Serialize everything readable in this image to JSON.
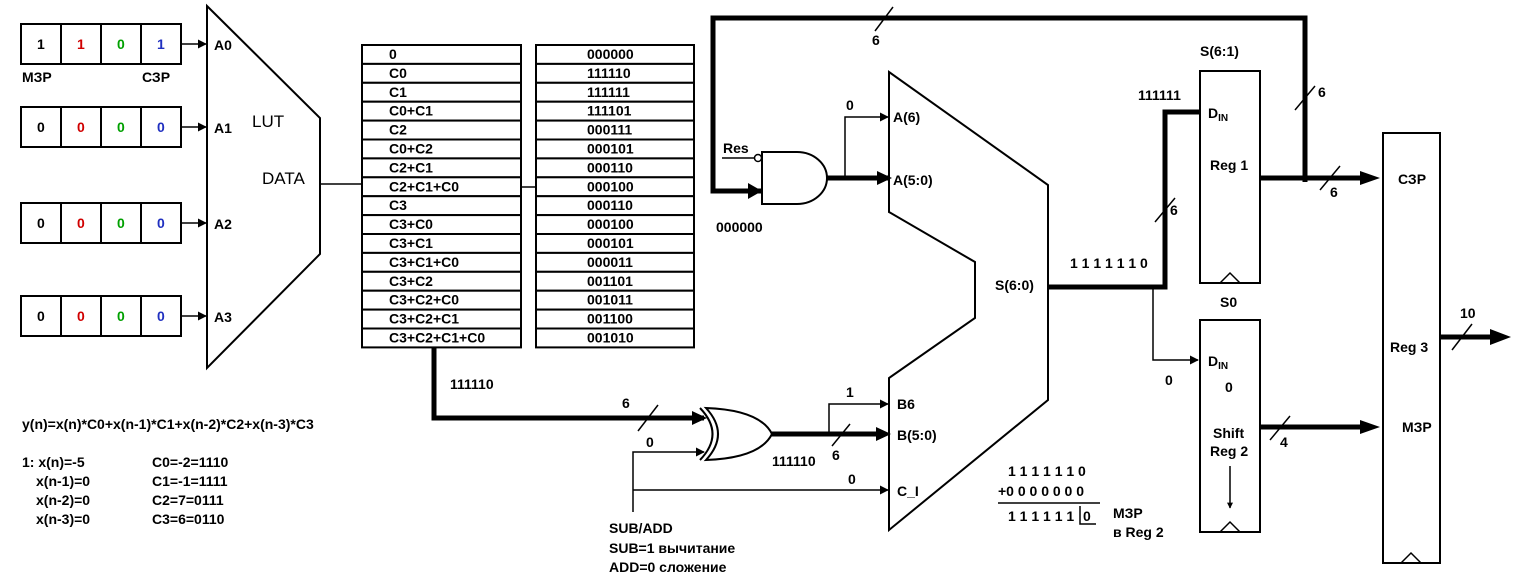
{
  "inputs": [
    {
      "port": "A0",
      "bits": [
        {
          "v": "1",
          "c": "#000000"
        },
        {
          "v": "1",
          "c": "#d00000"
        },
        {
          "v": "0",
          "c": "#00a000"
        },
        {
          "v": "1",
          "c": "#2030c0"
        }
      ]
    },
    {
      "port": "A1",
      "bits": [
        {
          "v": "0",
          "c": "#000000"
        },
        {
          "v": "0",
          "c": "#d00000"
        },
        {
          "v": "0",
          "c": "#00a000"
        },
        {
          "v": "0",
          "c": "#2030c0"
        }
      ]
    },
    {
      "port": "A2",
      "bits": [
        {
          "v": "0",
          "c": "#000000"
        },
        {
          "v": "0",
          "c": "#d00000"
        },
        {
          "v": "0",
          "c": "#00a000"
        },
        {
          "v": "0",
          "c": "#2030c0"
        }
      ]
    },
    {
      "port": "A3",
      "bits": [
        {
          "v": "0",
          "c": "#000000"
        },
        {
          "v": "0",
          "c": "#d00000"
        },
        {
          "v": "0",
          "c": "#00a000"
        },
        {
          "v": "0",
          "c": "#2030c0"
        }
      ]
    }
  ],
  "msb_label": "МЗР",
  "lsb_label": "СЗР",
  "lut": {
    "title": "LUT",
    "data": "DATA"
  },
  "table": {
    "names": [
      "0",
      "C0",
      "C1",
      "C0+C1",
      "C2",
      "C0+C2",
      "C2+C1",
      "C2+C1+C0",
      "C3",
      "C3+C0",
      "C3+C1",
      "C3+C1+C0",
      "C3+C2",
      "C3+C2+C0",
      "C3+C2+C1",
      "C3+C2+C1+C0"
    ],
    "values": [
      "000000",
      "111110",
      "111111",
      "111101",
      "000111",
      "000101",
      "000110",
      "000100",
      "000110",
      "000100",
      "000101",
      "000011",
      "001101",
      "001011",
      "001100",
      "001010"
    ]
  },
  "labels": {
    "bus6_top": "6",
    "res": "Res",
    "zero_a6": "0",
    "a6": "A(6)",
    "a50": "A(5:0)",
    "and_out": "000000",
    "s60": "S(6:0)",
    "b6_val": "1",
    "b6": "B6",
    "b50": "B(5:0)",
    "ci_val": "0",
    "c_i": "C_I",
    "xor_in_val": "111110",
    "xor_bus6": "6",
    "xor_zero": "0",
    "xor_out": "111110",
    "xor_out6": "6",
    "sub_add": "SUB/ADD",
    "sub_desc": "SUB=1 вычитание",
    "add_desc": "ADD=0 сложение",
    "s61": "S(6:1)",
    "din_val": "111111",
    "din": "D",
    "din_sub": "IN",
    "reg1": "Reg 1",
    "reg1_in6": "6",
    "reg1_out6": "6",
    "reg1_up6": "6",
    "s_bus": "1 1 1 1 1 1 0",
    "s0": "S0",
    "s0_in": "0",
    "reg2_val": "0",
    "shift": "Shift",
    "reg2": "Reg 2",
    "reg2_out4": "4",
    "csr": "СЗР",
    "reg3": "Reg 3",
    "msr": "МЗР",
    "out10": "10"
  },
  "formula": "y(n)=x(n)*C0+x(n-1)*C1+x(n-2)*C2+x(n-3)*C3",
  "step": [
    "1: x(n)=-5",
    "x(n-1)=0",
    "x(n-2)=0",
    "x(n-3)=0"
  ],
  "coeffs": [
    "C0=-2=1110",
    "C1=-1=1111",
    "C2=7=0111",
    "C3=6=0110"
  ],
  "sum": {
    "a": "1 1 1 1 1 1 0",
    "b": "+0 0 0 0 0 0 0",
    "r": "1 1 1 1 1 1",
    "r_last": "0",
    "note1": "МЗР",
    "note2": "в Reg 2"
  }
}
